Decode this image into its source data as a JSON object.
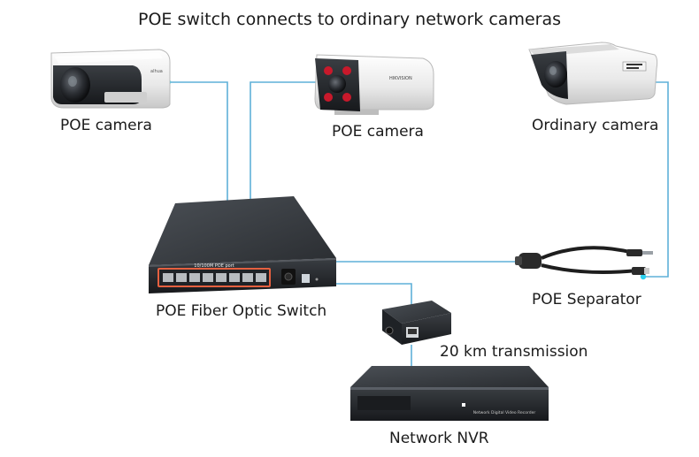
{
  "title": "POE switch connects to ordinary network cameras",
  "labels": {
    "poe_camera_left": "POE camera",
    "poe_camera_center": "POE camera",
    "ordinary_camera": "Ordinary camera",
    "switch": "POE Fiber Optic Switch",
    "separator": "POE Separator",
    "transmission": "20 km transmission",
    "nvr": "Network NVR"
  },
  "device_text": {
    "switch_port_label": "10/100M POE port",
    "camera_center_brand": "HIKVISION",
    "nvr_front_label": "Network Digital Video Recorder"
  },
  "colors": {
    "cable": "#5fb0d8",
    "connector_dot": "#2bd0ee",
    "device_dark": "#2a2d31",
    "camera_white": "#ececec"
  }
}
